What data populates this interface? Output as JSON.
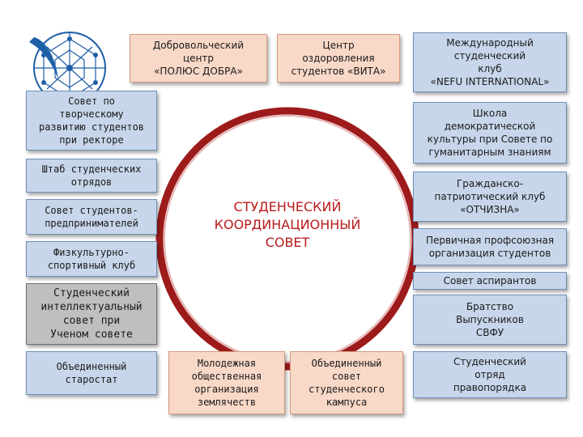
{
  "center": {
    "title": "СТУДЕНЧЕСКИЙ\nКООРДИНАЦИОННЫЙ\nСОВЕТ"
  },
  "top": [
    "Добровольческий\nцентр\n«ПОЛЮС ДОБРА»",
    "Центр\nоздоровления\nстудентов «ВИТА»",
    "Международный\nстуденческий\nклуб\n«NEFU INTERNATIONAL»"
  ],
  "left": [
    "Совет по\nтворческому\nразвитию студентов\nпри ректоре",
    "Штаб студенческих\nотрядов",
    "Совет студентов-\nпредпринимателей",
    "Физкультурно-\nспортивный клуб",
    "Студенческий\nинтеллектуальный\nсовет при\nУченом совете",
    "Объединенный\nстаростат"
  ],
  "right": [
    "Школа\nдемократической\nкультуры при Совете по\nгуманитарным знаниям",
    "Гражданско-\nпатриотический клуб\n«ОТЧИЗНА»",
    "Первичная профсоюзная\nорганизация студентов",
    "Совет аспирантов",
    "Братство\nВыпускников\nСВФУ",
    "Студенческий\nотряд\nправопорядка"
  ],
  "bottom": [
    "Молодежная\nобщественная\nорганизация\nземлячеств",
    "Объединенный\nсовет\nстуденческого\nкампуса"
  ],
  "colors": {
    "blue_box": "#c7d6ea",
    "peach_box": "#f8d8c7",
    "grey_box": "#bfbfbf",
    "circle_ring": "#9e1b1b",
    "center_text": "#b81c1c",
    "logo": "#1f5fa8"
  }
}
